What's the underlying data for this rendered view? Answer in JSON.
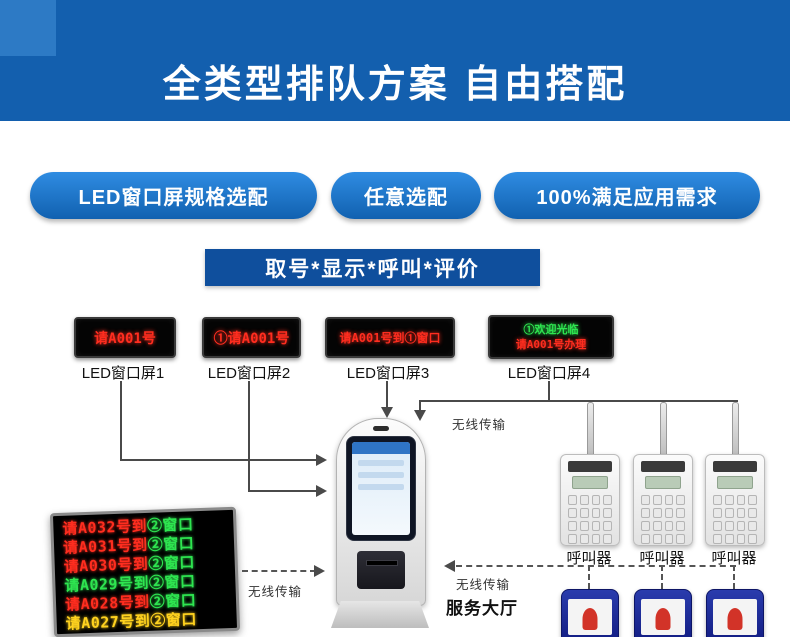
{
  "banner": {
    "title": "全类型排队方案 自由搭配"
  },
  "pills": [
    {
      "label": "LED窗口屏规格选配"
    },
    {
      "label": "任意选配"
    },
    {
      "label": "100%满足应用需求"
    }
  ],
  "tagline": {
    "label": "取号*显示*呼叫*评价"
  },
  "led_screens": [
    {
      "display": "请A001号",
      "label": "LED窗口屏1"
    },
    {
      "display": "①请A001号",
      "label": "LED窗口屏2"
    },
    {
      "display": "请A001号到①窗口",
      "label": "LED窗口屏3"
    },
    {
      "line1": "①欢迎光临",
      "line2": "请A001号办理",
      "label": "LED窗口屏4"
    }
  ],
  "main_board": {
    "rows": [
      {
        "l": "请A032号到",
        "r": "②窗口",
        "lc": "#ff2d1f",
        "rc": "#2ee550"
      },
      {
        "l": "请A031号到",
        "r": "②窗口",
        "lc": "#ff2d1f",
        "rc": "#2ee550"
      },
      {
        "l": "请A030号到",
        "r": "②窗口",
        "lc": "#ff2d1f",
        "rc": "#2ee550"
      },
      {
        "l": "请A029号到",
        "r": "②窗口",
        "lc": "#2ee550",
        "rc": "#2ee550"
      },
      {
        "l": "请A028号到",
        "r": "②窗口",
        "lc": "#ff2d1f",
        "rc": "#2ee550"
      },
      {
        "l": "请A027号到",
        "r": "②窗口",
        "lc": "#ffd21f",
        "rc": "#ffd21f"
      }
    ]
  },
  "labels": {
    "wireless_top": "无线传输",
    "wireless_board": "无线传输",
    "wireless_hall": "无线传输",
    "hall": "服务大厅",
    "caller": "呼叫器"
  },
  "colors": {
    "banner_blue": "#135fae",
    "pill_blue": "#1a72c4",
    "led_red": "#ff2d1f",
    "led_green": "#2ee550",
    "led_yellow": "#ffd21f"
  }
}
